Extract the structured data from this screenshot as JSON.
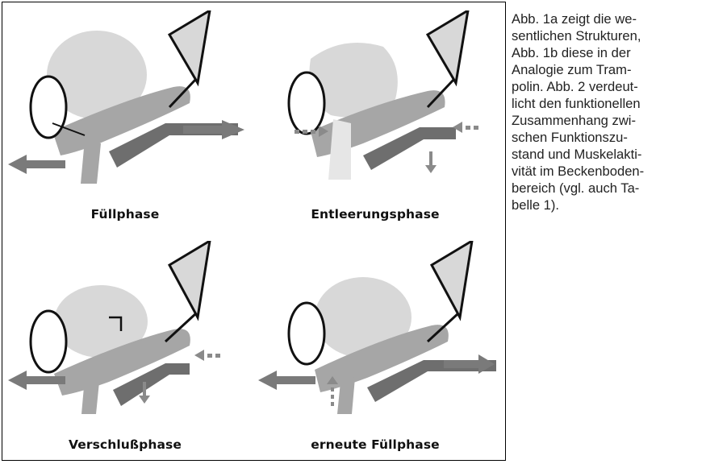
{
  "figure": {
    "panels": [
      {
        "label": "Füllphase"
      },
      {
        "label": "Entleerungsphase"
      },
      {
        "label": "Verschlußphase"
      },
      {
        "label": "erneute Füllphase"
      }
    ]
  },
  "sidetext": "Abb. 1a zeigt die we-\nsentlichen Strukturen,\nAbb. 1b diese in der\nAnalogie zum Tram-\npolin. Abb. 2 verdeut-\nlicht den funktionellen\nZusammenhang zwi-\nschen Funktionszu-\nstand und Muskelakti-\nvität im Beckenboden-\nbereich (vgl. auch Ta-\nbelle 1).",
  "colors": {
    "bladder": "#d8d8d8",
    "tissue": "#a6a6a6",
    "arrow": "#7a7a7a",
    "dark": "#6e6e6e",
    "outline": "#111111"
  }
}
